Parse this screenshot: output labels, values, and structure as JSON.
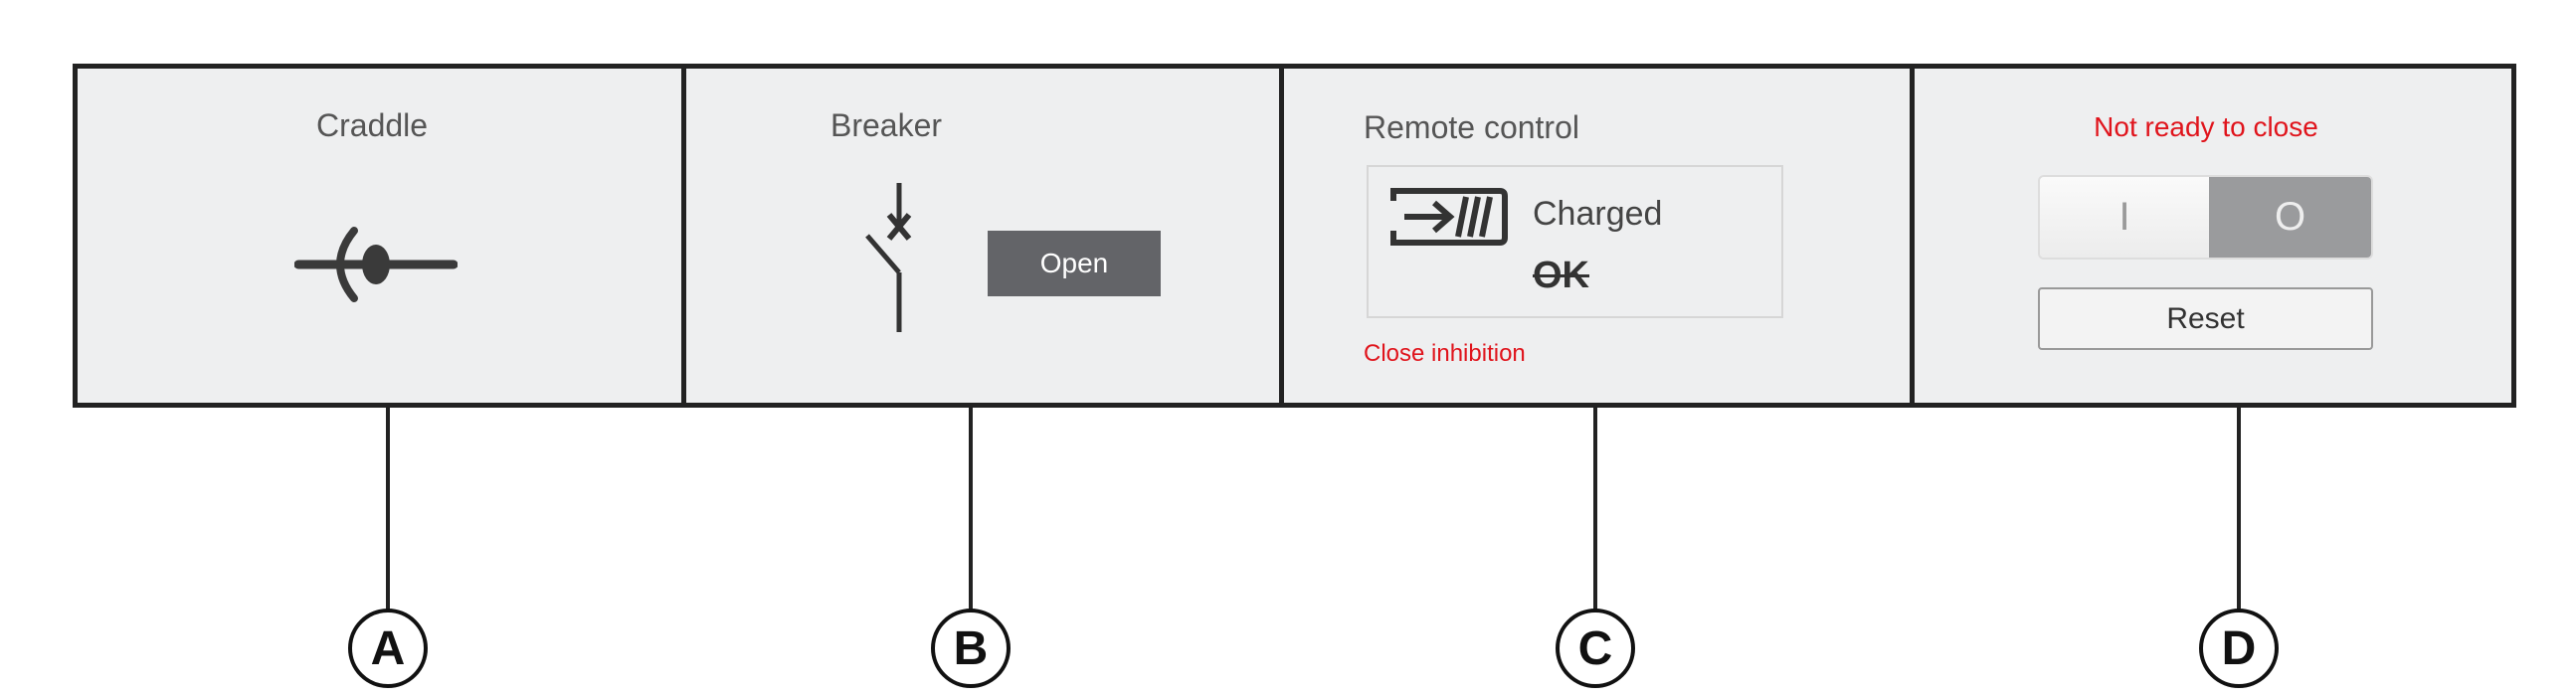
{
  "panels": {
    "craddle": {
      "title": "Craddle",
      "callout": "A"
    },
    "breaker": {
      "title": "Breaker",
      "status_button": "Open",
      "callout": "B"
    },
    "remote_control": {
      "title": "Remote control",
      "spring_status": "Charged",
      "ready_status": "OK",
      "warning": "Close inhibition",
      "callout": "C"
    },
    "control": {
      "status": "Not ready to close",
      "toggle_on": "I",
      "toggle_off": "O",
      "reset_label": "Reset",
      "callout": "D"
    }
  },
  "colors": {
    "warning": "#e0141c",
    "panel_bg": "#eeeff0",
    "button_dark": "#636468"
  }
}
